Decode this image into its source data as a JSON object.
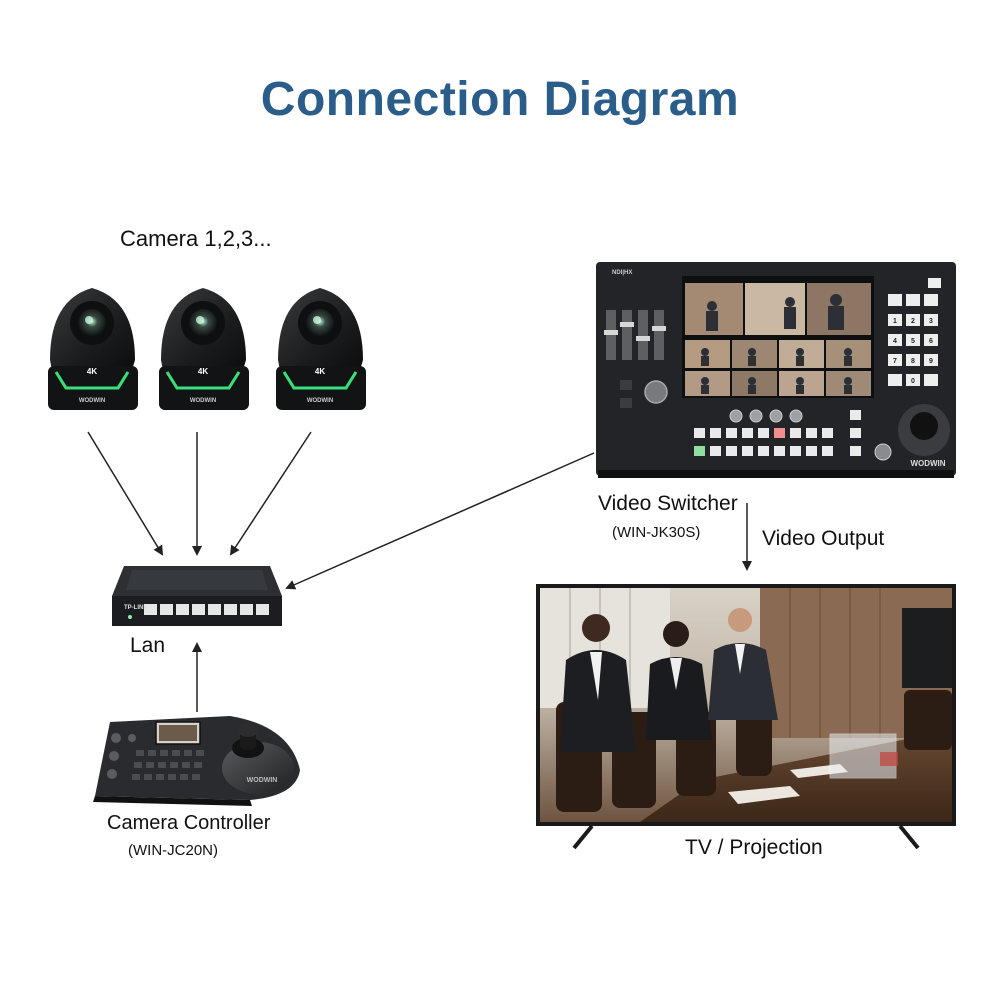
{
  "title": "Connection Diagram",
  "cameras": {
    "label": "Camera 1,2,3...",
    "count": 3,
    "badge": "4K",
    "brand": "WODWIN"
  },
  "switch": {
    "label": "Lan",
    "brand": "TP-LINK",
    "ports": 8
  },
  "controller": {
    "label": "Camera Controller",
    "model": "(WIN-JC20N)",
    "brand": "WODWIN"
  },
  "switcher": {
    "label": "Video Switcher",
    "model": "(WIN-JK30S)",
    "brand": "WODWIN",
    "ndi": "NDI|HX",
    "keypad": [
      "1",
      "2",
      "3",
      "4",
      "5",
      "6",
      "7",
      "8",
      "9",
      "0"
    ]
  },
  "output": {
    "label": "Video Output"
  },
  "tv": {
    "label": "TV / Projection"
  },
  "colors": {
    "title": "#2b5d8a",
    "camera_body": "#1b1c1e",
    "camera_accent": "#39e07a",
    "arrow": "#222222",
    "tv_frame": "#1a1a1a"
  }
}
